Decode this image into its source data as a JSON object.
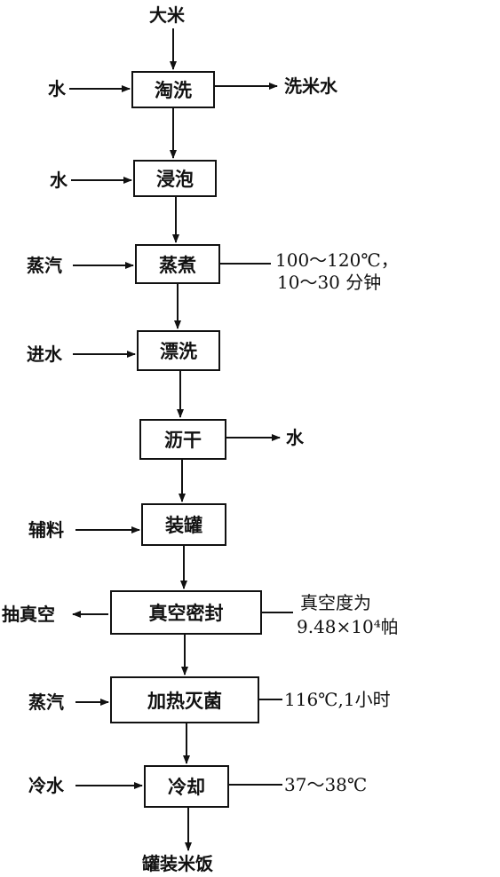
{
  "diagram": {
    "input": "大米",
    "output": "罐装米饭",
    "steps": [
      {
        "label": "淘洗",
        "left_input": "水",
        "right_output": "洗米水"
      },
      {
        "label": "浸泡",
        "left_input": "水"
      },
      {
        "label": "蒸煮",
        "left_input": "蒸汽",
        "note_line1": "100～120℃，",
        "note_line2": "10～30 分钟"
      },
      {
        "label": "漂洗",
        "left_input": "进水"
      },
      {
        "label": "沥干",
        "right_output": "水"
      },
      {
        "label": "装罐",
        "left_input": "辅料"
      },
      {
        "label": "真空密封",
        "left_output": "抽真空",
        "note_line1": "真空度为",
        "note_line2": "9.48×10⁴帕"
      },
      {
        "label": "加热灭菌",
        "left_input": "蒸汽",
        "note_line1": "116℃,1小时"
      },
      {
        "label": "冷却",
        "left_input": "冷水",
        "note_line1": "37～38℃"
      }
    ]
  }
}
